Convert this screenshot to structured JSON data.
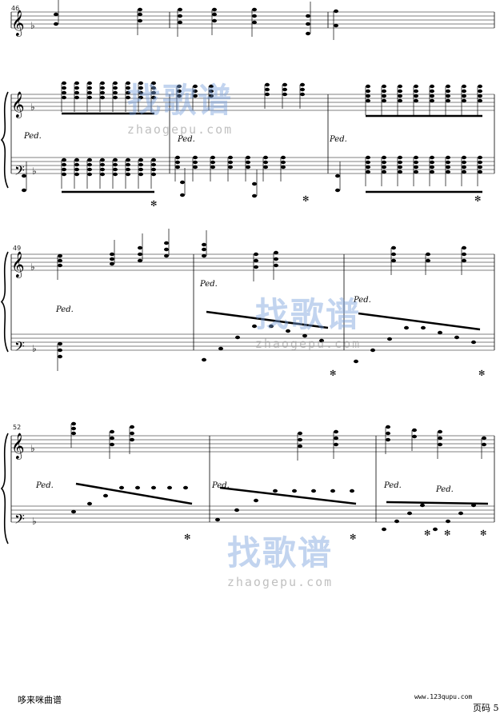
{
  "measure_numbers": [
    "46",
    "49",
    "52"
  ],
  "watermark": {
    "brand": "找歌谱",
    "url": "zhaogepu.com"
  },
  "footer": {
    "left_text": "哆来咪曲谱",
    "url": "www.123qupu.com",
    "page": "页码 5"
  },
  "colors": {
    "ink": "#000000",
    "watermark_blue": "#7aa0dc",
    "watermark_orange": "#f0b070"
  }
}
